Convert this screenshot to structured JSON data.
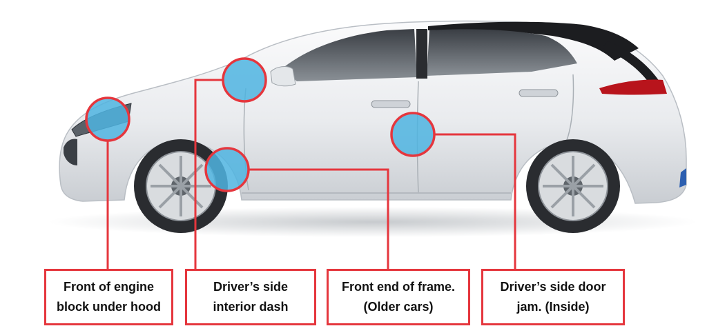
{
  "image_description_labels": {
    "engine": {
      "line1": "Front of engine",
      "line2": "block under hood"
    },
    "dash": {
      "line1": "Driver’s side",
      "line2": "interior dash"
    },
    "frame": {
      "line1": "Front end of frame.",
      "line2": "(Older cars)"
    },
    "door": {
      "line1": "Driver’s side door",
      "line2": "jam. (Inside)"
    }
  },
  "colors": {
    "callout_red": "#e5363d",
    "marker_blue": "#4fb4e0",
    "car_body": "#eef0f2",
    "car_roof": "#1c1d20",
    "taillight": "#b8141c"
  },
  "icons": [
    "car-illustration",
    "location-marker"
  ]
}
